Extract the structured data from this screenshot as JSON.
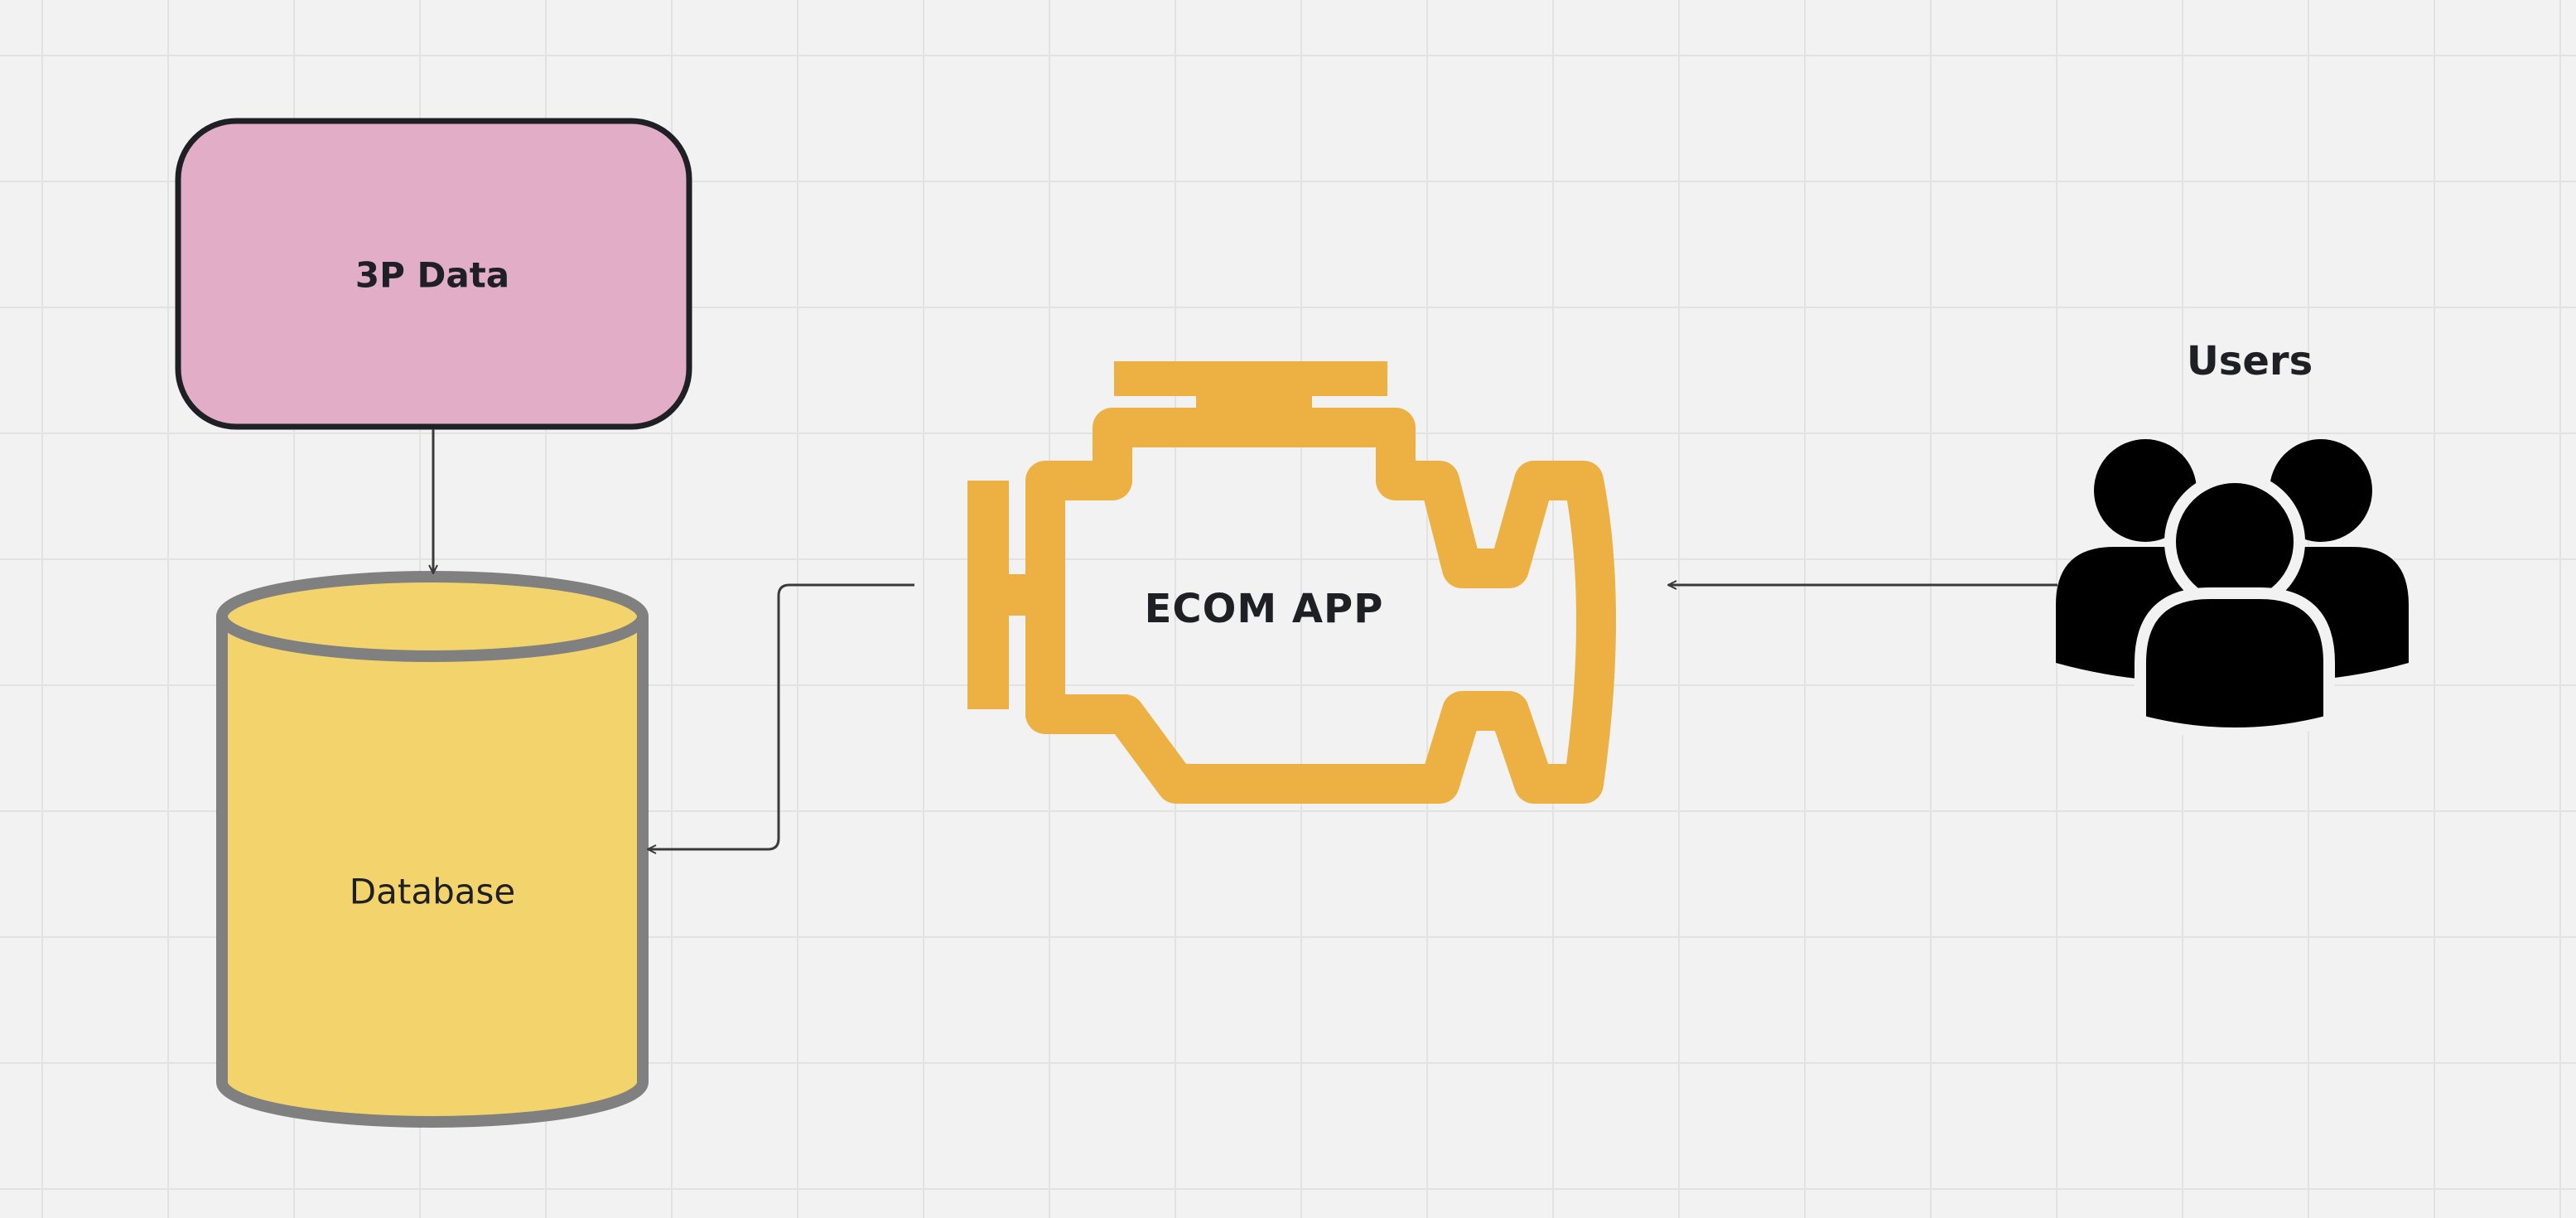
{
  "nodes": {
    "third_party": {
      "label": "3P Data",
      "fill": "#e2adc6",
      "stroke": "#1f1f26"
    },
    "database": {
      "label": "Database",
      "fill": "#f3d46c",
      "stroke": "#808080"
    },
    "app": {
      "label": "ECOM APP",
      "icon": "engine-icon",
      "color": "#ecb142"
    },
    "users": {
      "label": "Users",
      "icon": "users-group-icon",
      "color": "#000000"
    }
  },
  "edges": [
    {
      "from": "3P Data",
      "to": "Database"
    },
    {
      "from": "ECOM APP",
      "to": "Database"
    },
    {
      "from": "Users",
      "to": "ECOM APP"
    }
  ]
}
